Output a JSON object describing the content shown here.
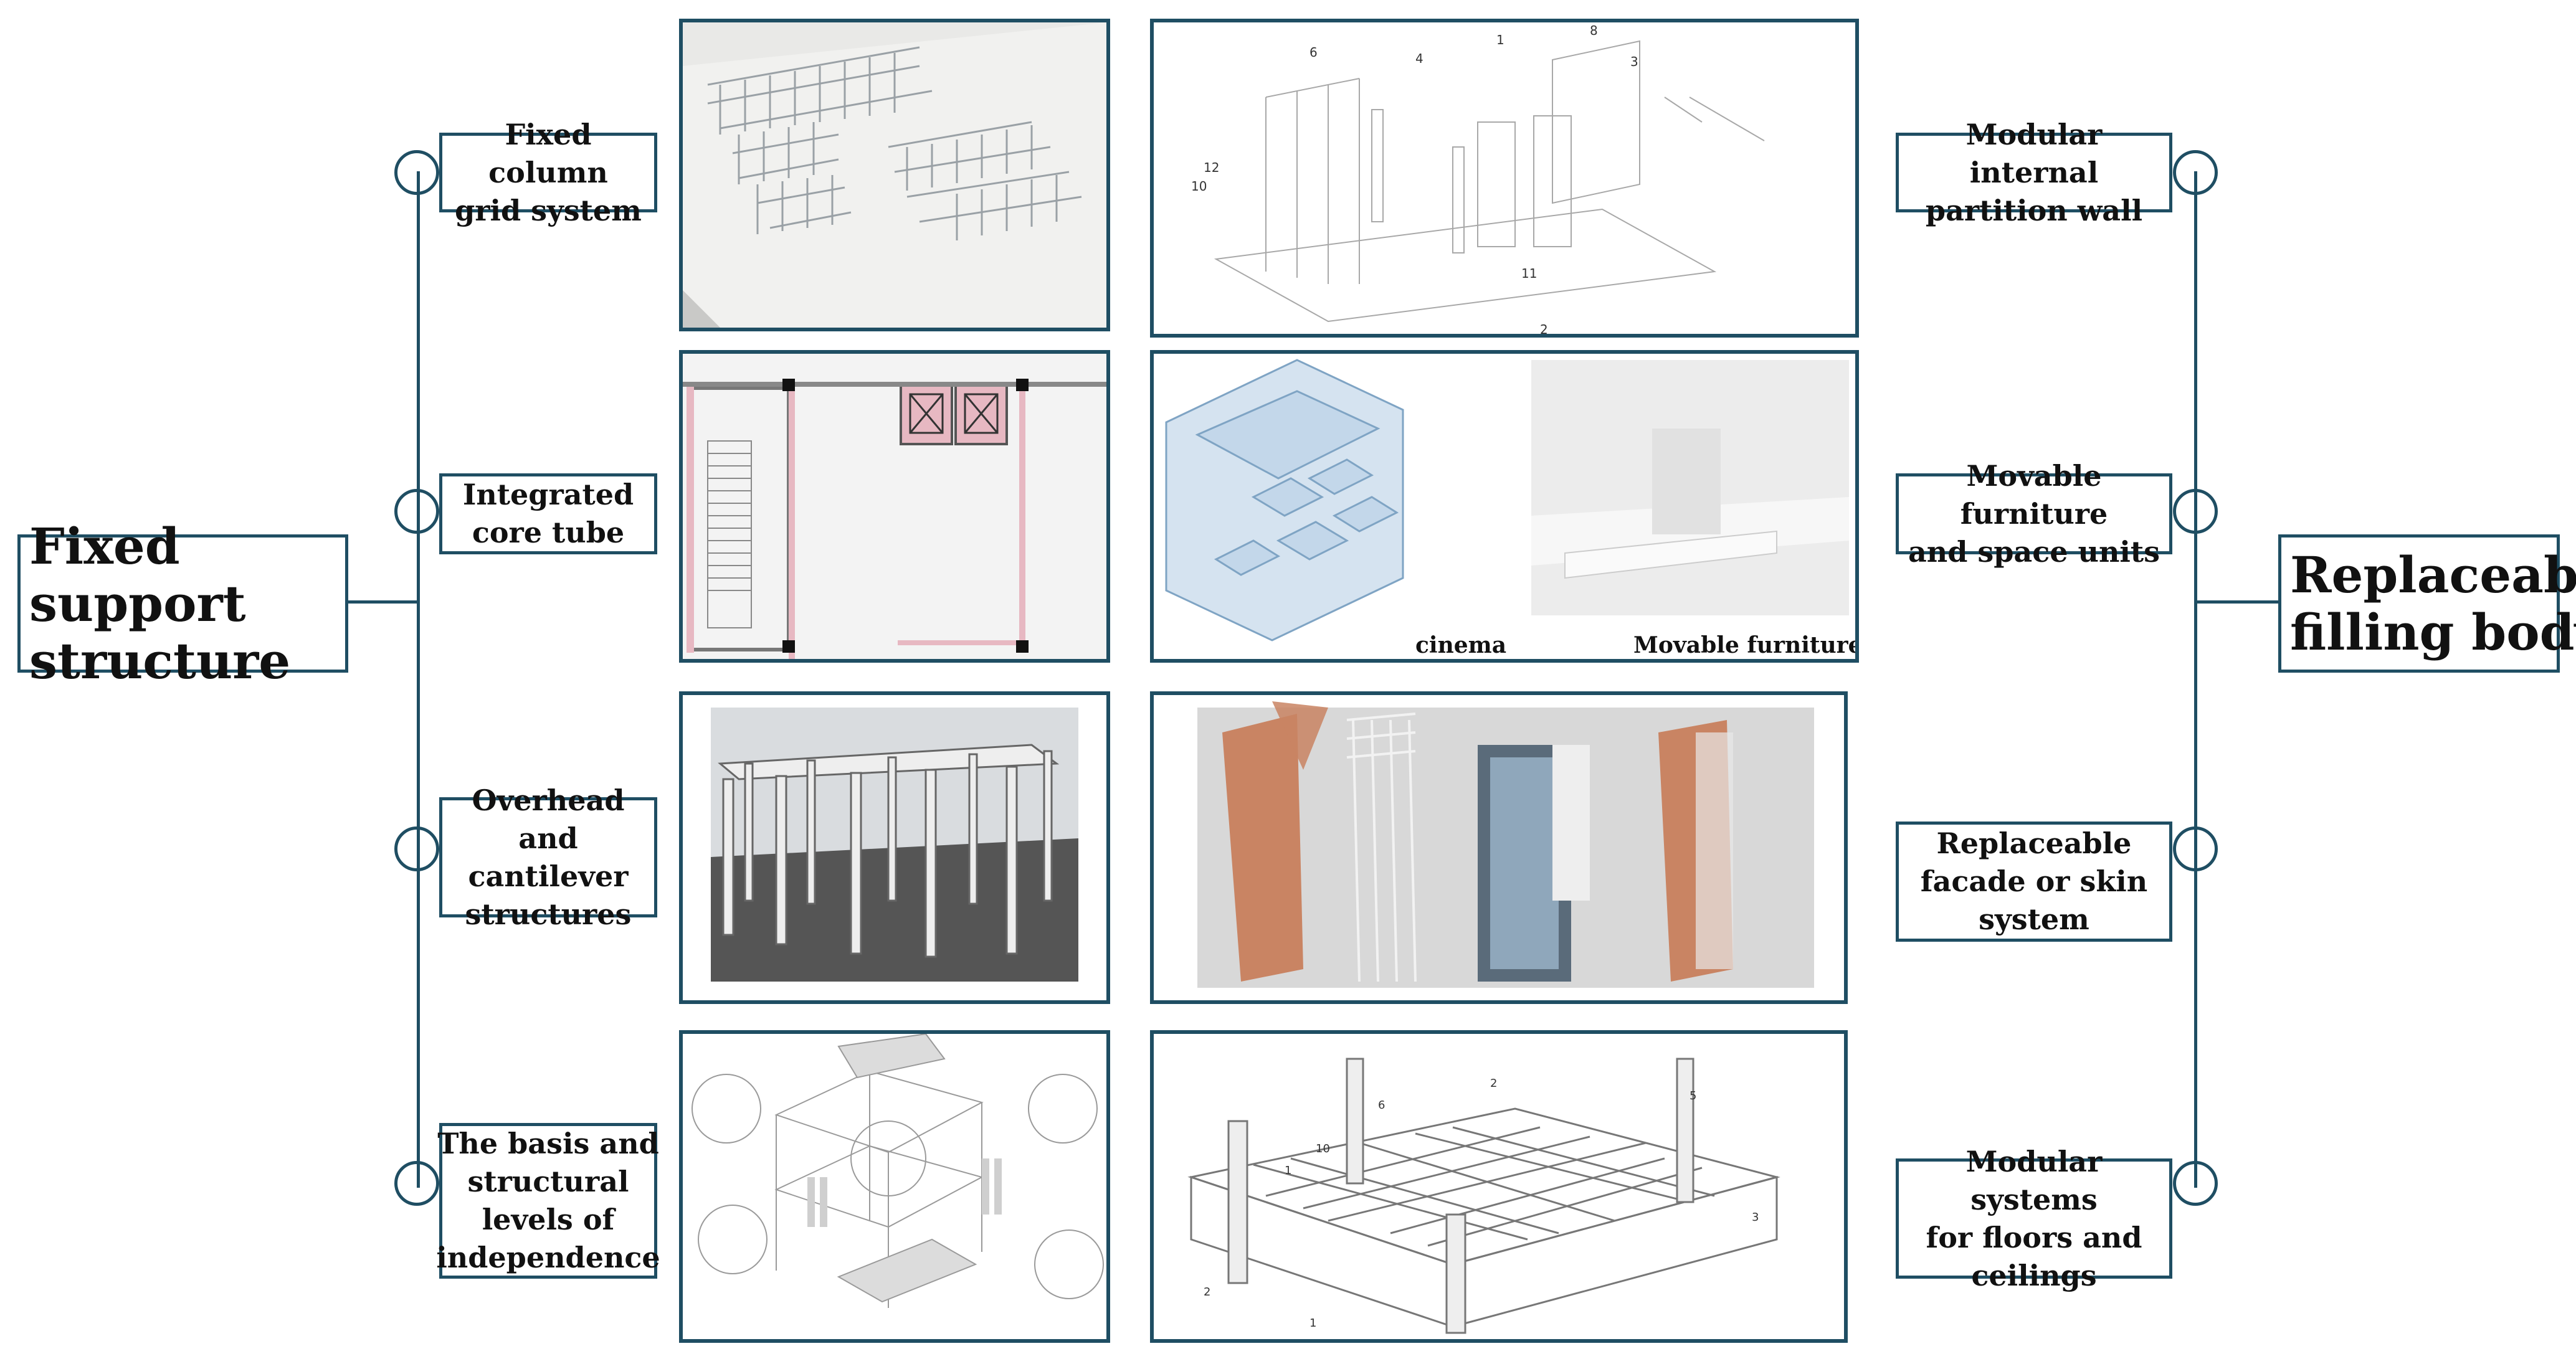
{
  "left": {
    "title": "Fixed support\nstructure",
    "items": [
      {
        "label": "Fixed column\ngrid system"
      },
      {
        "label": "Integrated\ncore tube"
      },
      {
        "label": "Overhead and\ncantilever\nstructures"
      },
      {
        "label": "The basis and\nstructural\nlevels of\nindependence"
      }
    ]
  },
  "right": {
    "title": "Replaceable\nfilling body",
    "items": [
      {
        "label": "Modular internal\npartition wall"
      },
      {
        "label": "Movable furniture\nand space units"
      },
      {
        "label": "Replaceable\nfacade or skin\nsystem"
      },
      {
        "label": "Modular systems\nfor floors and\nceilings"
      }
    ]
  },
  "panels": {
    "partition_numbers": [
      "1",
      "8",
      "6",
      "4",
      "3",
      "12",
      "10",
      "11",
      "2"
    ],
    "furniture_captions": {
      "left": "cinema",
      "right": "Movable furniture"
    },
    "floor_numbers": [
      "6",
      "2",
      "10",
      "5",
      "1",
      "3",
      "1",
      "2"
    ]
  },
  "colors": {
    "line": "#1f4e63",
    "copper": "#c98463"
  }
}
